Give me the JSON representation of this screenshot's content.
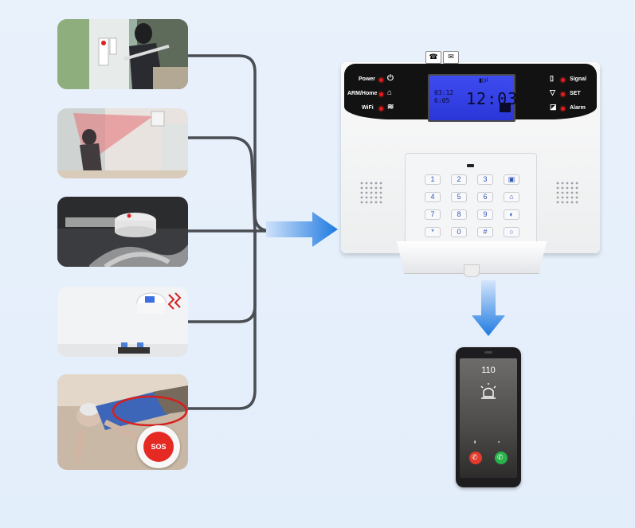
{
  "panel": {
    "left_labels": [
      "Power",
      "ARM/Home",
      "WiFi"
    ],
    "right_labels": [
      "Signal",
      "SET",
      "Alarm"
    ],
    "lcd_time": "12:03",
    "lcd_date_top": "03:12",
    "lcd_date_bottom": "6:05",
    "keys": [
      "1",
      "2",
      "3",
      "4",
      "5",
      "6",
      "7",
      "8",
      "9",
      "*",
      "0",
      "#"
    ]
  },
  "sos_button": {
    "label": "SOS"
  },
  "phone": {
    "number": "110"
  },
  "colors": {
    "background": "#e6effb",
    "arrow": "#2f86e6",
    "lcd": "#3442e6",
    "indicator_led": "#e31b1b",
    "call_accept": "#27b24a",
    "call_decline": "#e23b2b"
  },
  "icons": [
    "door-sensor-icon",
    "motion-sensor-icon",
    "smoke-detector-icon",
    "gas-detector-icon",
    "sos-button-icon",
    "alarm-light-icon",
    "phone-icon",
    "mail-icon",
    "power-icon",
    "home-icon",
    "wifi-icon",
    "signal-icon",
    "set-icon",
    "alarm-icon"
  ]
}
